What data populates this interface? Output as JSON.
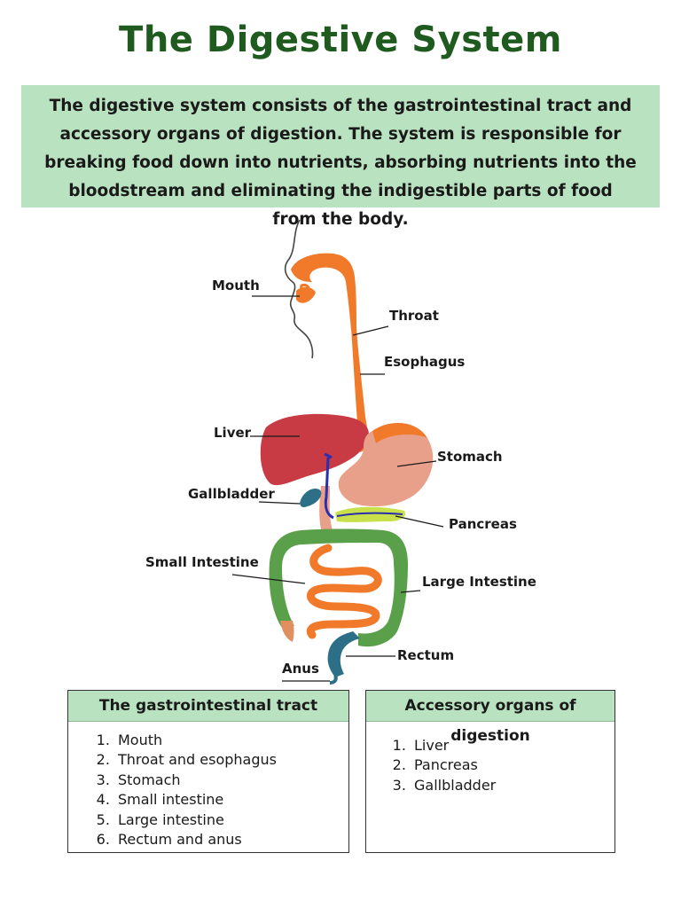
{
  "title": "The Digestive System",
  "intro": "The digestive system consists of the gastrointestinal tract and accessory organs of digestion. The system is responsible for breaking food down into nutrients, absorbing nutrients into the bloodstream and eliminating the indigestible parts of food from the body.",
  "labels": {
    "mouth": "Mouth",
    "throat": "Throat",
    "esophagus": "Esophagus",
    "liver": "Liver",
    "stomach": "Stomach",
    "gallbladder": "Gallbladder",
    "pancreas": "Pancreas",
    "small_intestine": "Small Intestine",
    "large_intestine": "Large Intestine",
    "rectum": "Rectum",
    "anus": "Anus"
  },
  "gi_tract": {
    "heading": "The gastrointestinal tract",
    "items": [
      "Mouth",
      "Throat and esophagus",
      "Stomach",
      "Small intestine",
      "Large intestine",
      "Rectum and anus"
    ]
  },
  "accessory": {
    "heading": "Accessory organs of digestion",
    "items": [
      "Liver",
      "Pancreas",
      "Gallbladder"
    ]
  },
  "colors": {
    "title": "#1f5a1f",
    "panel": "#b9e2c0",
    "tract": "#f07a2a",
    "liver": "#c83a44",
    "stomach": "#e8a08a",
    "large_intestine": "#5aa04a",
    "rectum": "#2d6f86",
    "bile_duct": "#2a2fb0",
    "pancreas": "#c8e04a"
  }
}
